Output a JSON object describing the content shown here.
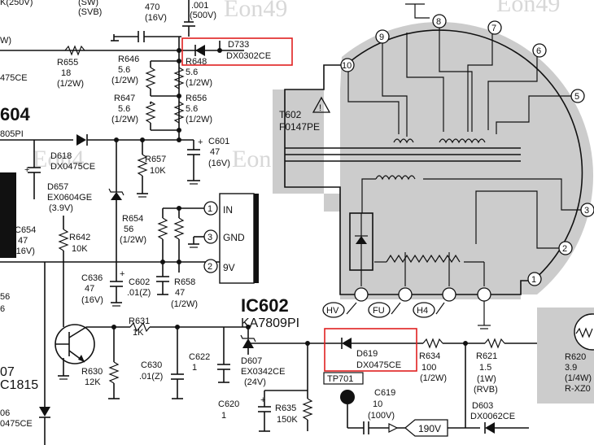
{
  "watermarks": [
    "Eon49",
    "Eon49",
    "Eon4",
    "Eon"
  ],
  "top_partial": {
    "a": "K(250V)",
    "b": "(SW)",
    "c": "(SVB)"
  },
  "c_top": {
    "v": "470",
    "r": "(16V)"
  },
  "c_top2": {
    "v": ".001",
    "r": "(500V)"
  },
  "r655": {
    "name": "R655",
    "v": "18",
    "p": "(1/2W)"
  },
  "left_edge": {
    "a": "W)",
    "b": "475CE",
    "c": "604",
    "d": "805PI",
    "e": "+"
  },
  "d733": {
    "name": "D733",
    "part": "DX0302CE"
  },
  "r646": {
    "name": "R646",
    "v": "5.6",
    "p": "(1/2W)"
  },
  "r648": {
    "name": "R648",
    "v": "5.6",
    "p": "(1/2W)"
  },
  "r647": {
    "name": "R647",
    "v": "5.6",
    "p": "(1/2W)"
  },
  "r656": {
    "name": "R656",
    "v": "5.6",
    "p": "(1/2W)"
  },
  "c601": {
    "name": "C601",
    "v": "47",
    "r": "(16V)",
    "plus": "+"
  },
  "d618": {
    "name": "D618",
    "part": "DX0475CE"
  },
  "r657": {
    "name": "R657",
    "v": "10K"
  },
  "d657": {
    "name": "D657",
    "part": "EX0604GE",
    "v": "(3.9V)"
  },
  "r654": {
    "name": "R654",
    "v": "56",
    "p": "(1/2W)"
  },
  "c654": {
    "name": "C654",
    "v": "47",
    "r": "(16V)"
  },
  "r642": {
    "name": "R642",
    "v": "10K"
  },
  "c636": {
    "name": "C636",
    "v": "47",
    "r": "(16V)",
    "plus": "+"
  },
  "c602": {
    "name": "C602",
    "v": ".01(Z)"
  },
  "r658": {
    "name": "R658",
    "v": "47",
    "p": "(1/2W)"
  },
  "ic_pins": [
    {
      "n": "1",
      "l": "IN"
    },
    {
      "n": "3",
      "l": "GND"
    },
    {
      "n": "2",
      "l": "9V"
    }
  ],
  "ic602": {
    "name": "IC602",
    "part": "KA7809PI"
  },
  "r631": {
    "name": "R631",
    "v": "1K"
  },
  "r630": {
    "name": "R630",
    "v": "12K"
  },
  "c630": {
    "name": "C630",
    "v": ".01(Z)"
  },
  "c622": {
    "name": "C622",
    "v": "1"
  },
  "d607": {
    "name": "D607",
    "part": "EX0342CE",
    "v": "(24V)"
  },
  "c620": {
    "name": "C620",
    "v": "1"
  },
  "r635": {
    "name": "R635",
    "v": "150K"
  },
  "d619": {
    "name": "D619",
    "part": "DX0475CE"
  },
  "tp701": "TP701",
  "r634": {
    "name": "R634",
    "v": "100",
    "p": "(1/2W)"
  },
  "c619": {
    "name": "C619",
    "v": "10",
    "r": "(100V)"
  },
  "r621": {
    "name": "R621",
    "v": "1.5",
    "p": "(1W)",
    "t": "(RVB)"
  },
  "d603": {
    "name": "D603",
    "part": "DX0062CE"
  },
  "v190": "190V",
  "r620": {
    "name": "R620",
    "v": "3.9",
    "p": "(1/4W)",
    "t": "R-XZ0"
  },
  "left_bottom": {
    "a": "56",
    "b": "6",
    "c": "07",
    "d": "C1815",
    "e": "06",
    "f": "0475CE"
  },
  "t602": {
    "name": "T602",
    "part": "F0147PE",
    "warn": "!"
  },
  "t602_pins": [
    "1",
    "2",
    "3",
    "5",
    "6",
    "7",
    "8",
    "9",
    "10"
  ],
  "outputs": [
    "HV",
    "FU",
    "H4"
  ],
  "colors": {
    "highlight": "#e02020",
    "transformer": "#cccccc"
  }
}
